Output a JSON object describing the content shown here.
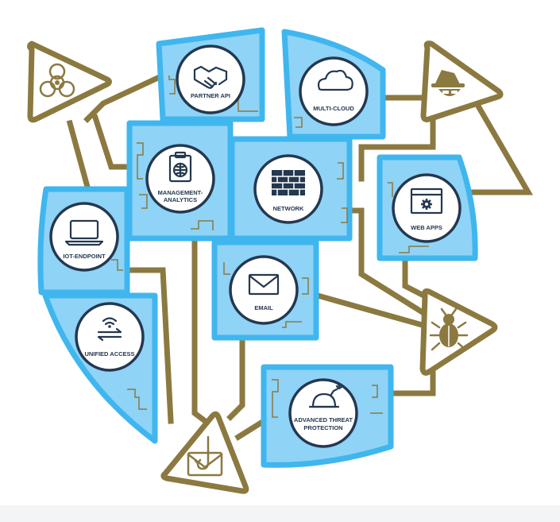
{
  "colors": {
    "tile_fill": "#8fd3f7",
    "tile_border": "#3fb6ee",
    "link": "#8b7940",
    "node_border": "#24384f",
    "node_fill": "#ffffff"
  },
  "nodes": [
    {
      "id": "partner-api",
      "label": "PARTNER API",
      "icon": "handshake-icon"
    },
    {
      "id": "multi-cloud",
      "label": "MULTI-CLOUD",
      "icon": "cloud-icon"
    },
    {
      "id": "management-analytics",
      "label_lines": [
        "MANAGEMENT-",
        "ANALYTICS"
      ],
      "icon": "clipboard-globe-icon"
    },
    {
      "id": "network",
      "label": "NETWORK",
      "icon": "firewall-icon"
    },
    {
      "id": "web-apps",
      "label": "WEB APPS",
      "icon": "browser-gear-icon"
    },
    {
      "id": "iot-endpoint",
      "label": "IOT-ENDPOINT",
      "icon": "laptop-icon"
    },
    {
      "id": "email",
      "label": "EMAIL",
      "icon": "envelope-icon"
    },
    {
      "id": "unified-access",
      "label": "UNIFIED ACCESS",
      "icon": "wifi-arrows-icon"
    },
    {
      "id": "advanced-threat-protection",
      "label_lines": [
        "ADVANCED THREAT",
        "PROTECTION"
      ],
      "icon": "bomb-icon"
    }
  ],
  "threats": [
    {
      "id": "biohazard",
      "icon": "biohazard-icon"
    },
    {
      "id": "hacker",
      "icon": "spy-icon"
    },
    {
      "id": "malware-bug",
      "icon": "bug-icon"
    },
    {
      "id": "phishing",
      "icon": "fishhook-envelope-icon"
    }
  ]
}
